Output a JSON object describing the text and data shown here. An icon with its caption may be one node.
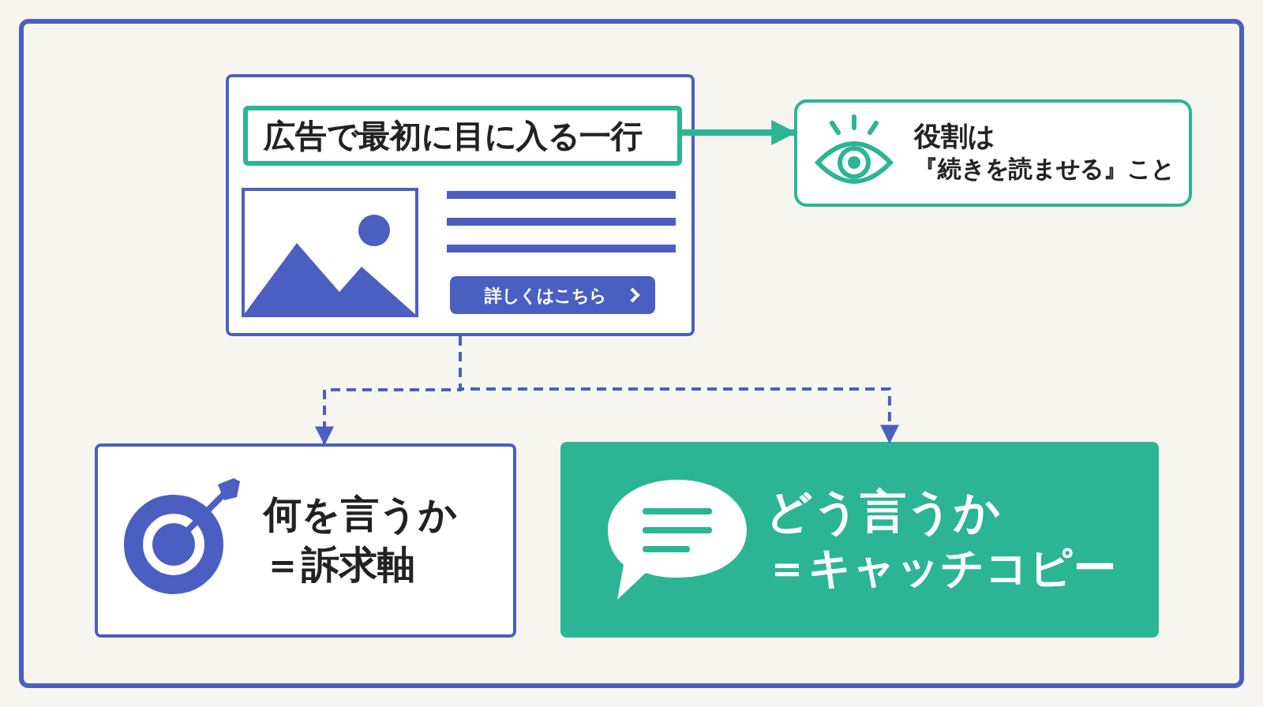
{
  "diagram": {
    "nodes": [
      {
        "text": [],
        "shape": "box"
      },
      {
        "text": [
          "広告で最初に目に入る一行"
        ],
        "in": 0
      },
      {
        "text": [
          "詳しくはこちら"
        ],
        "in": 0
      },
      {
        "text": [
          "役割は",
          "『続きを読ませる』こと"
        ]
      },
      {
        "text": [
          "何を言うか",
          "＝訴求軸"
        ]
      },
      {
        "text": [
          "どう言うか",
          "＝キャッチコピー"
        ]
      }
    ],
    "edges": [
      {
        "from": 1,
        "to": 3,
        "arrow": "to",
        "style": "thick",
        "color": "#2bb594"
      },
      {
        "from": 0,
        "to": 4,
        "arrow": "to",
        "style": "dashed"
      },
      {
        "from": 0,
        "to": 5,
        "arrow": "to",
        "style": "dashed"
      }
    ]
  }
}
